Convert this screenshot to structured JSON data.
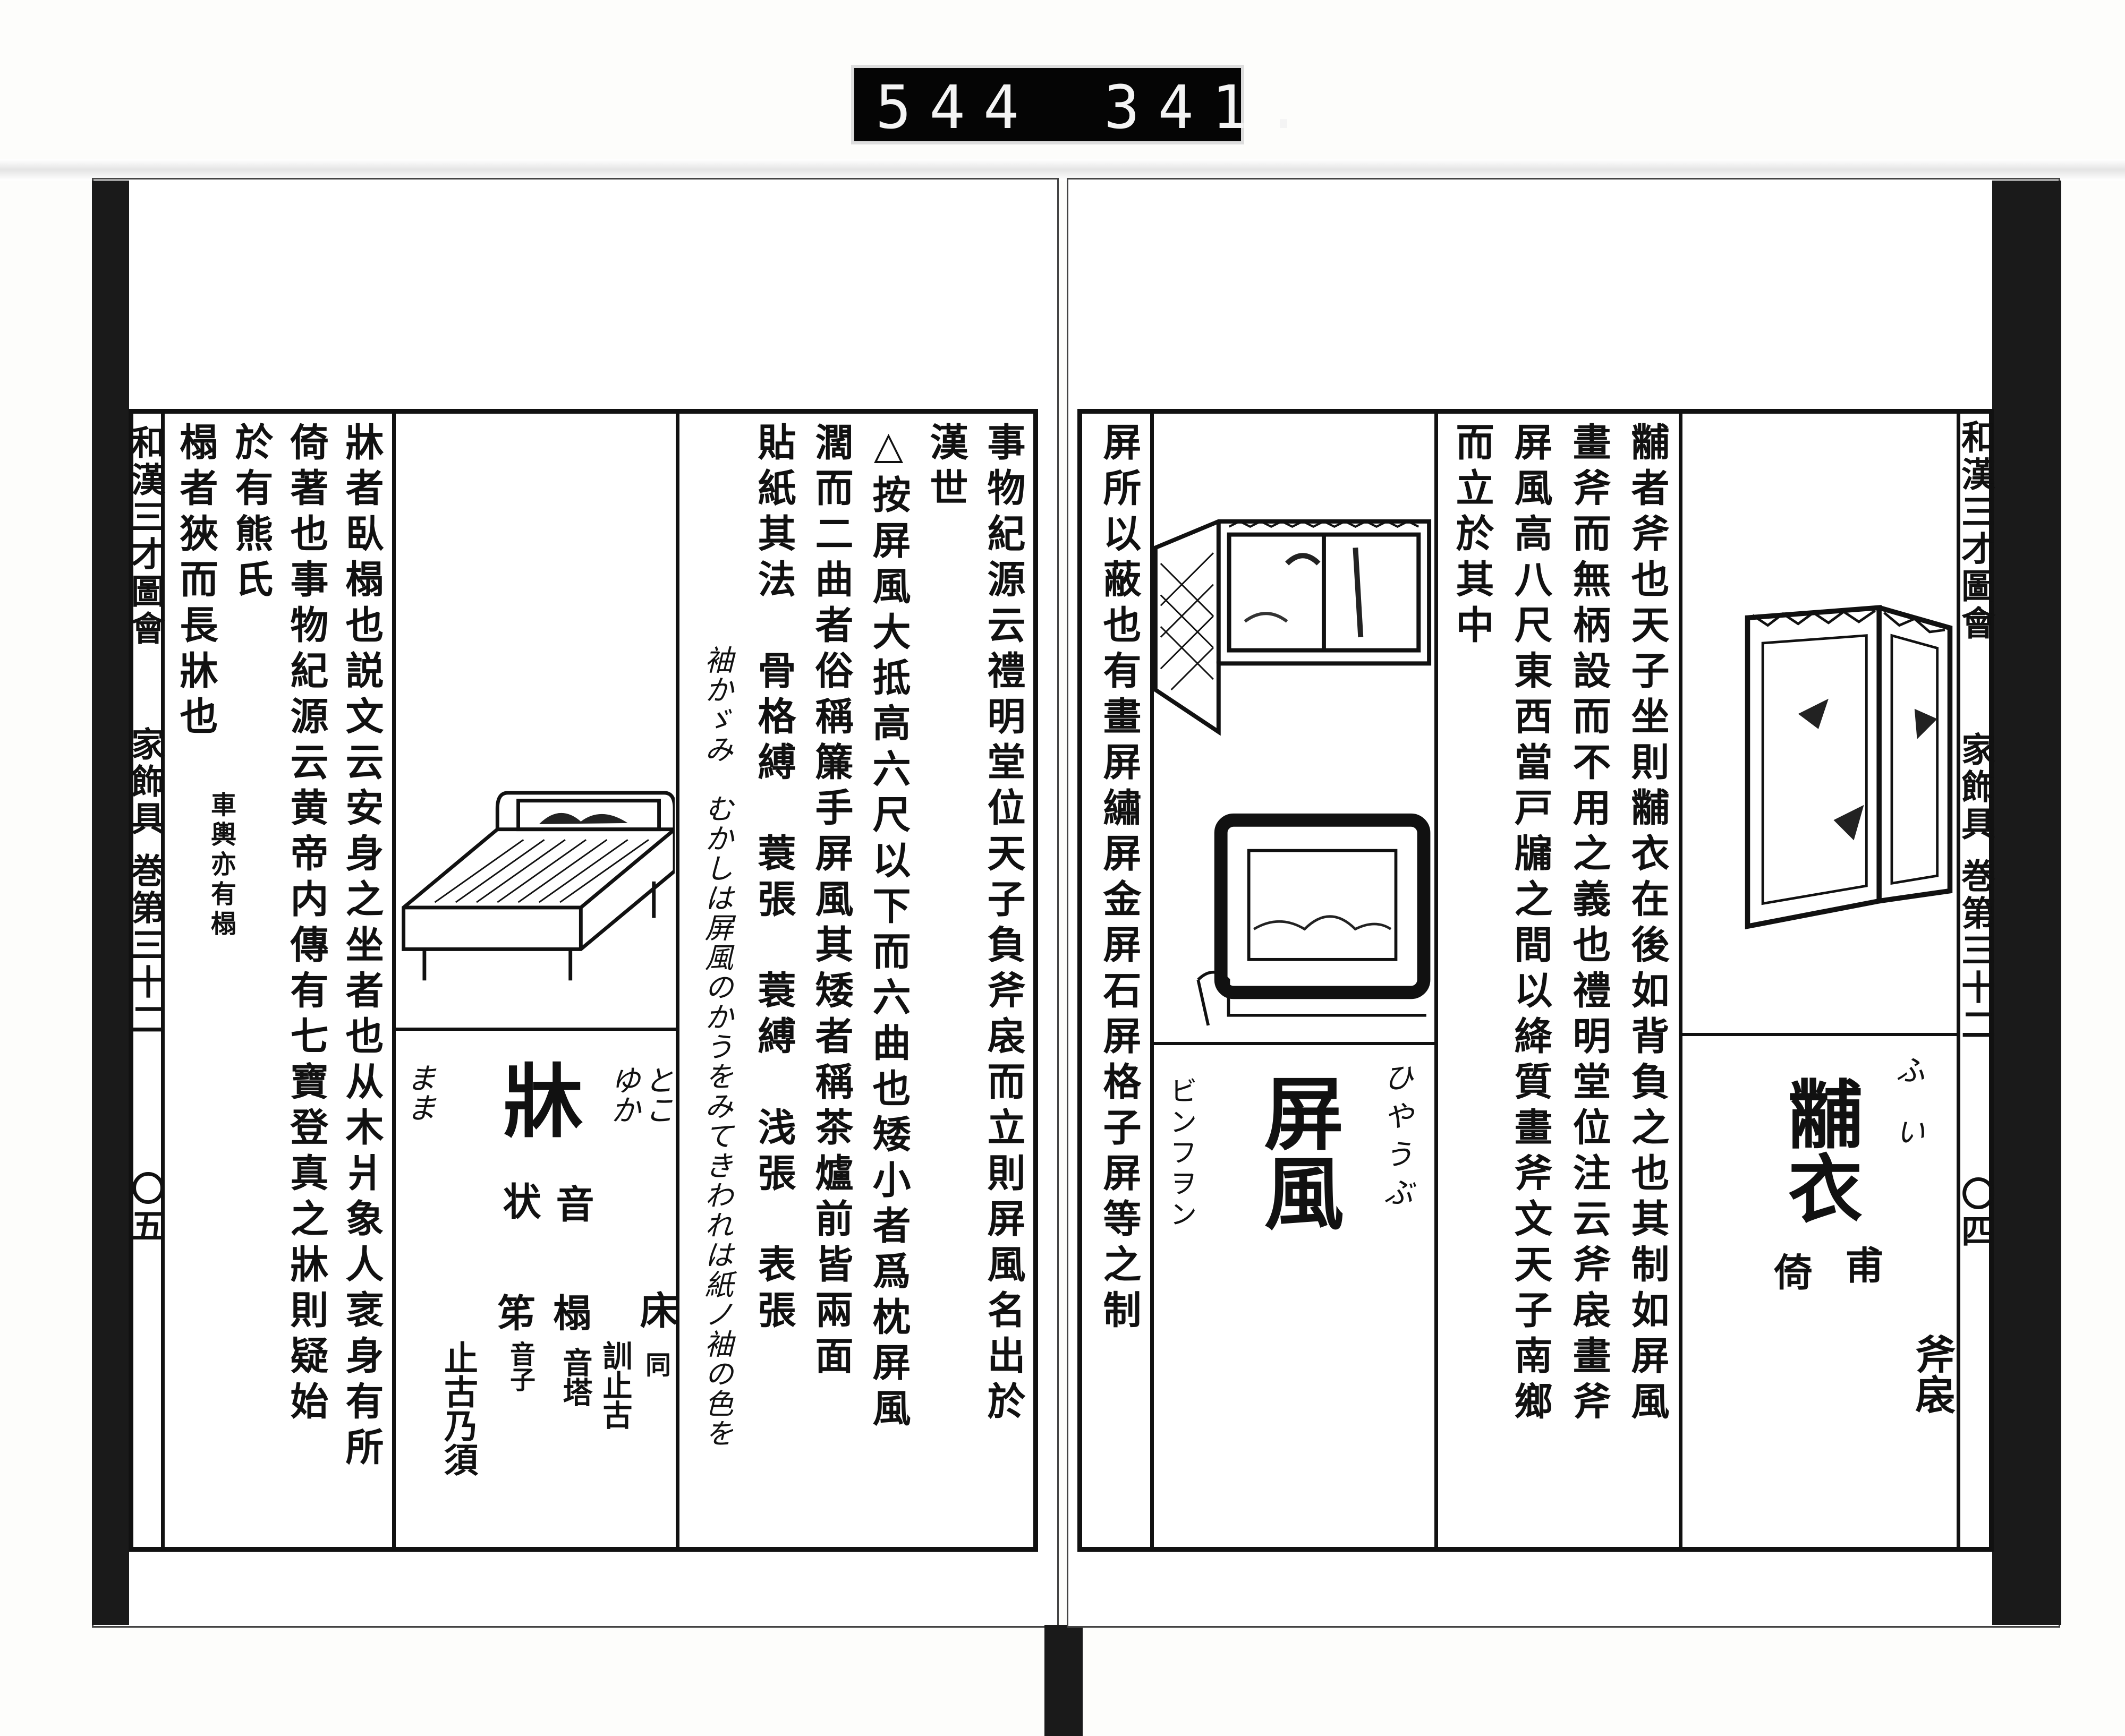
{
  "scan_label": {
    "left_number": "544",
    "right_number": "341."
  },
  "left_page": {
    "margin": {
      "book_title": "和漢三才圖會",
      "section": "家飾具 巻第三十二",
      "folio": "〇五"
    },
    "screen_text": {
      "columns": [
        "事物紀源云禮明堂位天子負斧扆而立則屏風名出於",
        "漢世",
        "△按屏風大抵高六尺以下而六曲也矮小者爲枕屏風",
        "濶而二曲者俗稱簾手屏風其矮者稱茶爐前皆兩面",
        "貼紙其法　骨格縛　蓑張　蓑縛　浅張　表張",
        "袖かゞみ　むかしは屏風のかうをみてきわれは紙ノ袖の色を"
      ]
    },
    "bed_entry": {
      "heading": "牀",
      "reading_kana": "とこ ゆか",
      "side_kana": "まま",
      "sound_label": "音",
      "sound": "状",
      "variant": "床",
      "variant_note": "同",
      "related_1": "榻",
      "related_1_sound": "音塔",
      "related_1_gloss": "訓止古",
      "related_2": "笫",
      "related_2_sound": "音子",
      "related_2_gloss": "止古乃須"
    },
    "bed_text": {
      "columns": [
        "牀者臥榻也説文云安身之坐者也从木爿象人衺身有所",
        "倚著也事物紀源云黄帝内傳有七寶登真之牀則疑始",
        "於有熊氏",
        "榻者狹而長牀也"
      ],
      "note": "車輿亦有榻"
    }
  },
  "right_page": {
    "margin": {
      "book_title": "和漢三才圖會",
      "section": "家飾具 巻第三十二",
      "folio": "〇四"
    },
    "screen_note": "屏所以蔽也有畫屏繡屏金屏石屏格子屏等之制",
    "screen_entry": {
      "heading": "屏風",
      "reading_hiragana": "ひやうぶ",
      "reading_katakana": "ビンフヲン"
    },
    "fui_text": {
      "columns": [
        "黼者斧也天子坐則黼衣在後如背負之也其制如屏風",
        "畫斧而無柄設而不用之義也禮明堂位注云斧扆畫斧",
        "屏風高八尺東西當戸牖之間以絳質畫斧文天子南鄉",
        "而立於其中"
      ]
    },
    "fui_entry": {
      "heading": "黼衣",
      "reading_kana": "ふい",
      "sound_1": "甫",
      "sound_2": "倚",
      "alias": "斧扆"
    }
  },
  "colors": {
    "ink": "#111111",
    "paper": "#ffffff",
    "label_bg": "#050505"
  }
}
